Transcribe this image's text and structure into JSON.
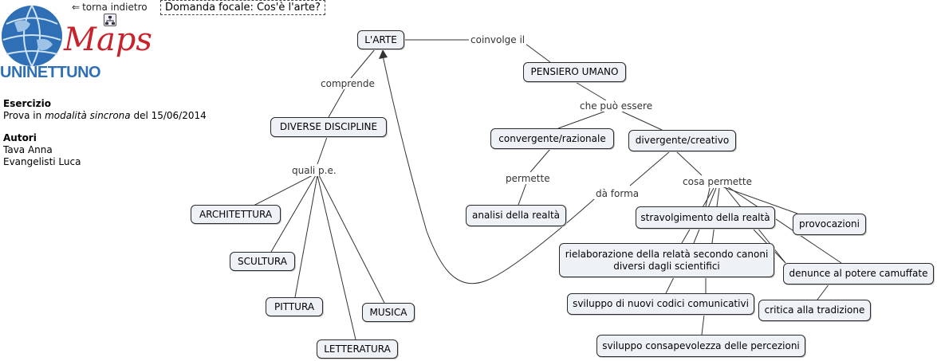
{
  "header": {
    "back_link": "torna indietro",
    "focal_question": "Domanda focale: Cos'è l'arte?",
    "logo_text": "Maps",
    "logo_subtext": "UNINETTUNO"
  },
  "info": {
    "exercise_title": "Esercizio",
    "exercise_prefix": "Prova in ",
    "exercise_mode": "modalità sincrona",
    "exercise_date": " del 15/06/2014",
    "authors_title": "Autori",
    "author_1": "Tava Anna",
    "author_2": "Evangelisti Luca"
  },
  "concepts": {
    "arte": "L'ARTE",
    "pensiero": "PENSIERO UMANO",
    "discipline": "DIVERSE DISCIPLINE",
    "convergente": "convergente/razionale",
    "divergente": "divergente/creativo",
    "analisi": "analisi della realtà",
    "architettura": "ARCHITETTURA",
    "scultura": "SCULTURA",
    "pittura": "PITTURA",
    "musica": "MUSICA",
    "letteratura": "LETTERATURA",
    "stravolgimento": "stravolgimento della realtà",
    "provocazioni": "provocazioni",
    "rielaborazione": "rielaborazione della relatà secondo canoni diversi dagli scientifici",
    "denunce": "denunce al potere camuffate",
    "codici": "sviluppo di nuovi codici comunicativi",
    "critica": "critica alla tradizione",
    "consapevolezza": "sviluppo consapevolezza delle percezioni"
  },
  "links": {
    "coinvolge": "coinvolge il",
    "comprende": "comprende",
    "puo_essere": "che può essere",
    "permette": "permette",
    "quali": "quali p.e.",
    "da_forma": "dà forma",
    "cosa_permette": "cosa permette"
  }
}
